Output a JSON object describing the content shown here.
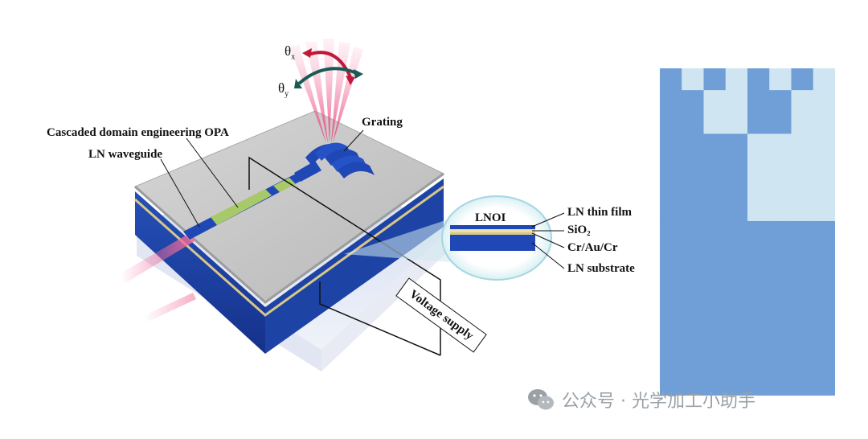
{
  "labels": {
    "theta_x": "θ",
    "theta_x_sub": "x",
    "theta_y": "θ",
    "theta_y_sub": "y",
    "grating": "Grating",
    "cascaded": "Cascaded domain engineering OPA",
    "ln_waveguide": "LN waveguide",
    "lnoi": "LNOI",
    "ln_thin_film": "LN thin film",
    "sio2": "SiO₂",
    "cr_au_cr": "Cr/Au/Cr",
    "ln_substrate": "LN substrate",
    "voltage_supply": "Voltage supply"
  },
  "watermark": {
    "text": "公众号 · 光学加工小助手",
    "icon": "wechat-icon"
  },
  "colors": {
    "chip_top": "#c6c6c6",
    "chip_blue": "#1a3f9e",
    "waveguide_green": "#a8c96a",
    "beam_pink": "#f06a9a",
    "matrix_dark": "#6f9fd6",
    "matrix_light": "#cfe5f2"
  },
  "matrix_panel": {
    "rows": [
      [
        "dark",
        "light",
        "dark",
        "light",
        "dark",
        "light",
        "dark",
        "light"
      ],
      [
        "dark",
        "dark",
        "light",
        "light",
        "dark",
        "dark",
        "light",
        "light"
      ],
      [
        "dark",
        "dark",
        "dark",
        "dark",
        "light",
        "light",
        "light",
        "light"
      ],
      [
        "dark",
        "dark",
        "dark",
        "dark",
        "dark",
        "dark",
        "dark",
        "dark"
      ]
    ],
    "row_weights": [
      1,
      2,
      4,
      8
    ]
  }
}
